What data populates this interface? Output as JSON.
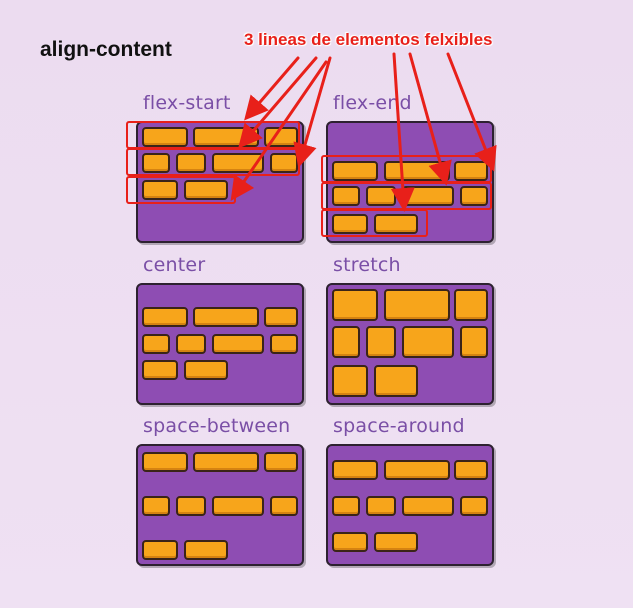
{
  "heading": "align-content",
  "annotation": "3 lineas de elementos felxibles",
  "colors": {
    "panel": "#8e4db3",
    "item": "#f7a51b",
    "label": "#7a4fa6",
    "annotation": "#e8201a"
  },
  "panels": [
    {
      "id": "flex-start",
      "label": "flex-start"
    },
    {
      "id": "flex-end",
      "label": "flex-end"
    },
    {
      "id": "center",
      "label": "center"
    },
    {
      "id": "stretch",
      "label": "stretch"
    },
    {
      "id": "space-between",
      "label": "space-between"
    },
    {
      "id": "space-around",
      "label": "space-around"
    }
  ]
}
